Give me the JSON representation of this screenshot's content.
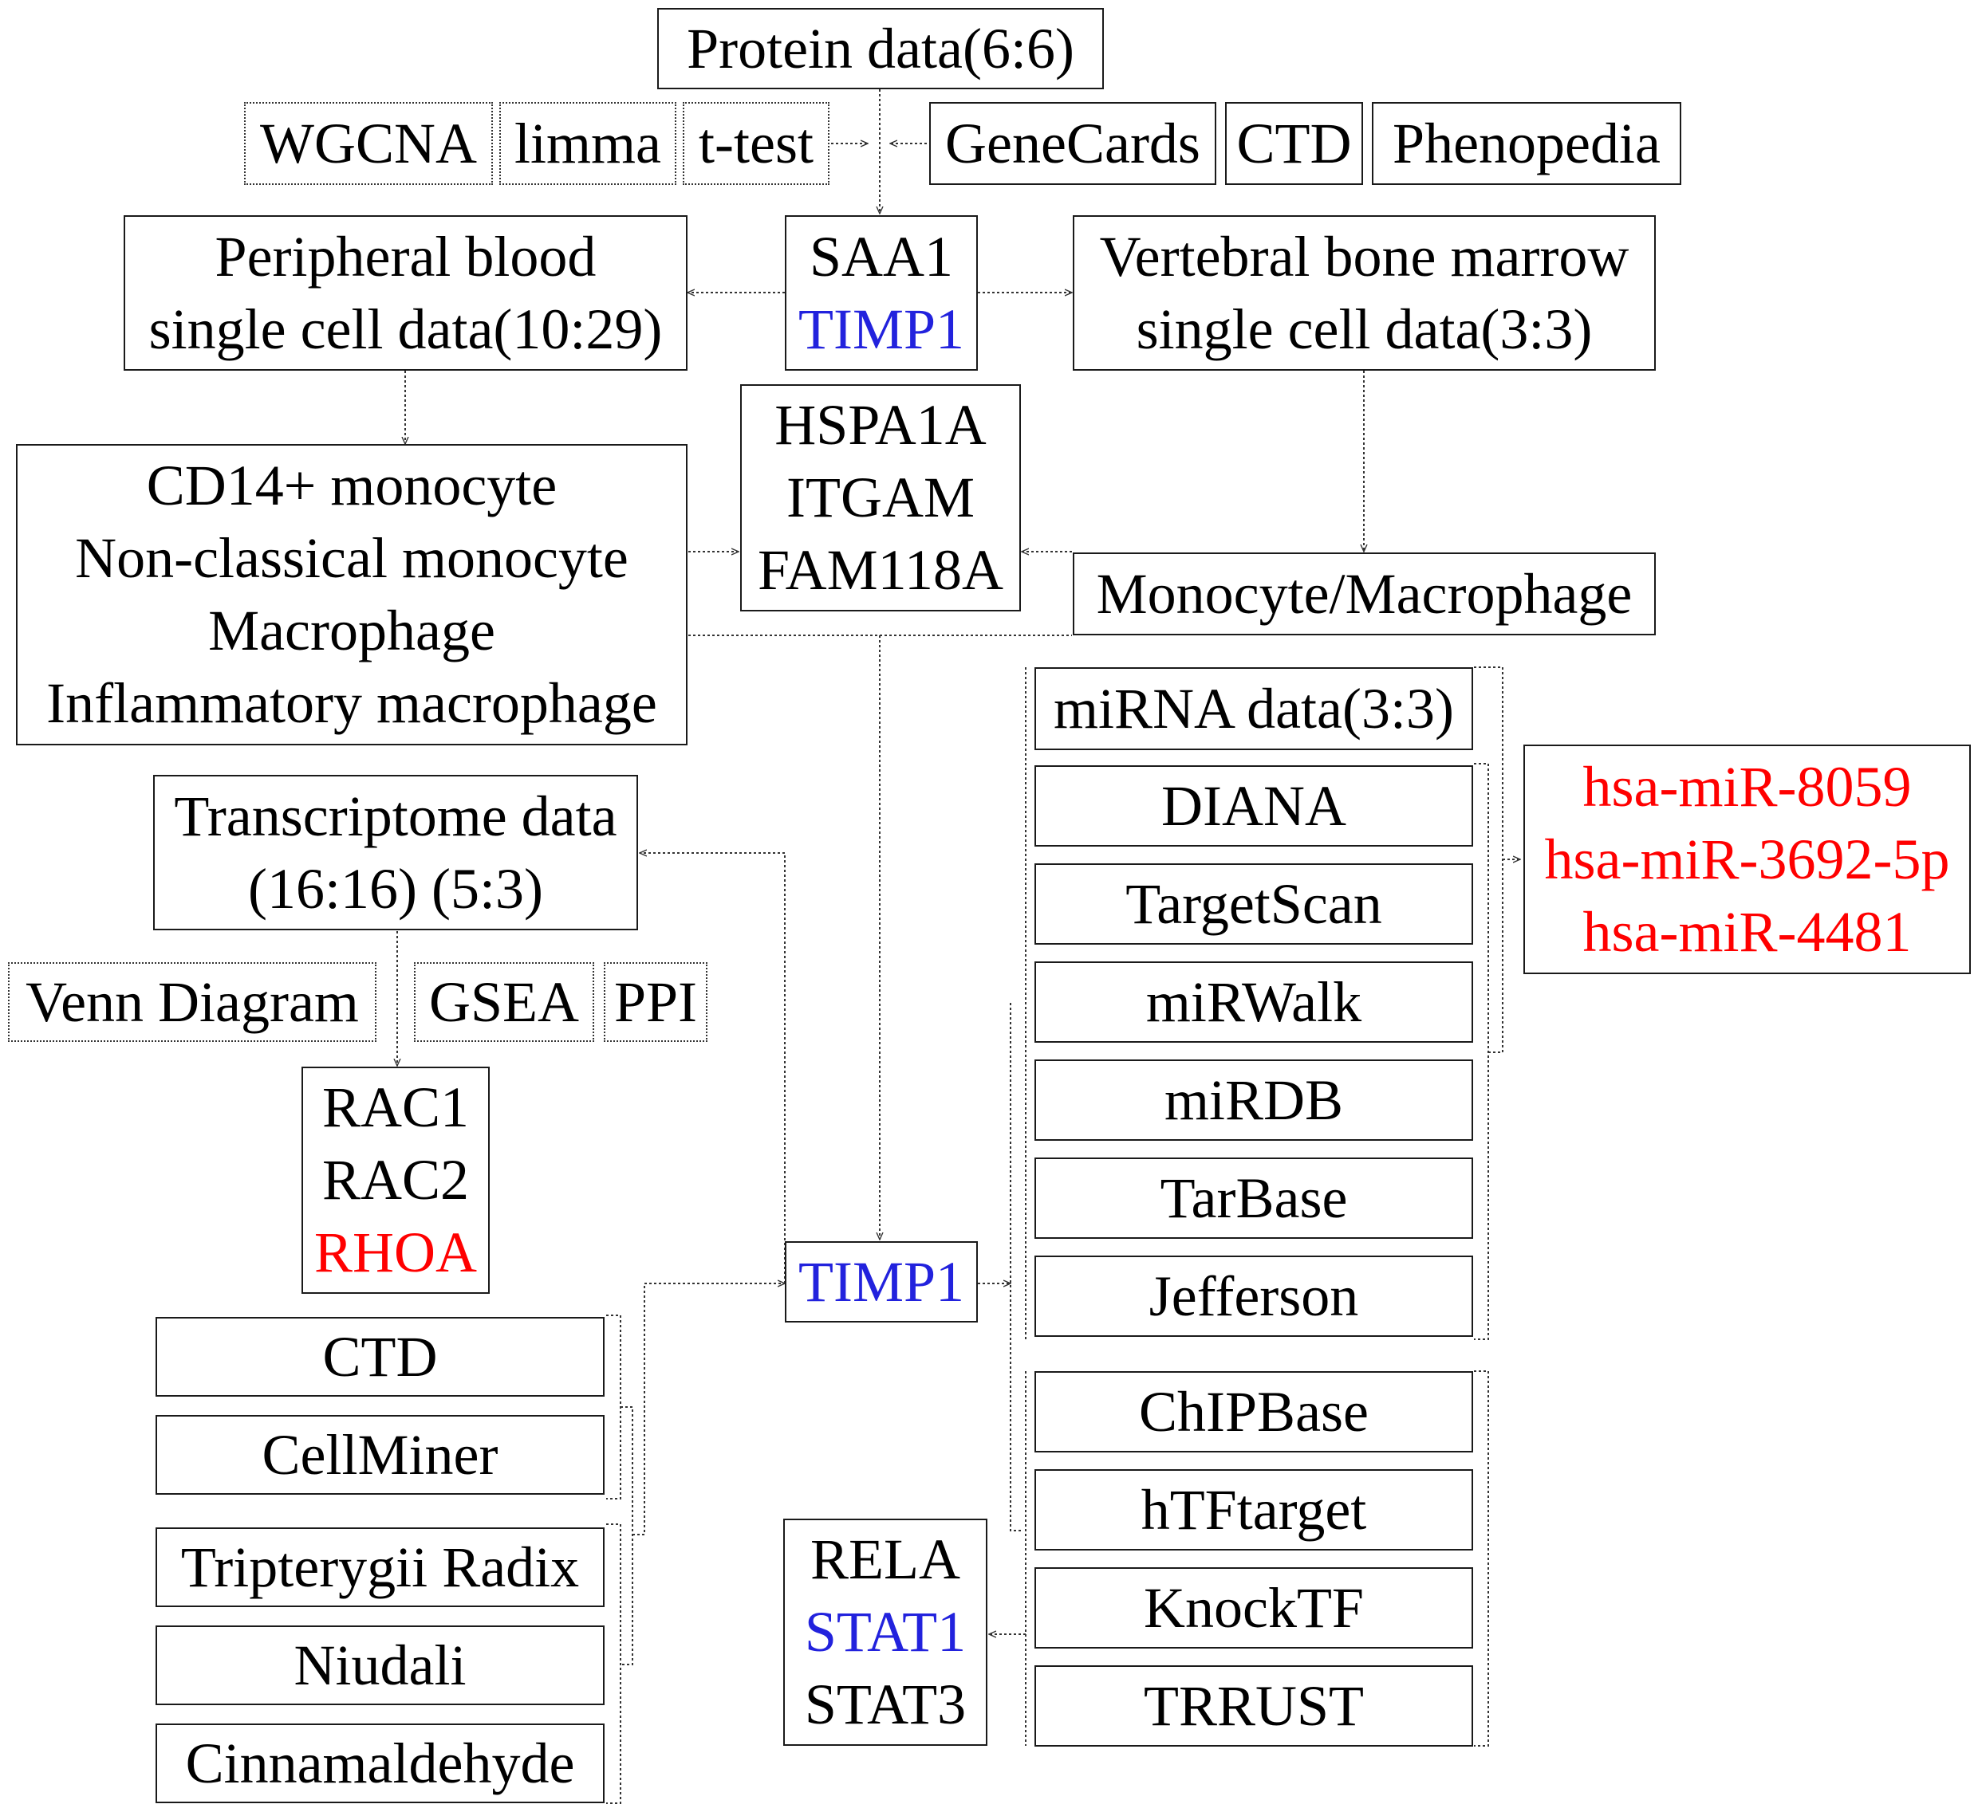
{
  "colors": {
    "red_text": "#ff0000",
    "blue_text": "#2222dd",
    "line": "#333333"
  },
  "protein_data": "Protein data(6:6)",
  "protein_methods": {
    "wgcna": "WGCNA",
    "limma": "limma",
    "ttest": "t-test"
  },
  "disease_databases": {
    "genecards": "GeneCards",
    "ctd": "CTD",
    "phenopedia": "Phenopedia"
  },
  "protein_targets": {
    "saa1": "SAA1",
    "timp1": "TIMP1"
  },
  "peripheral_blood": {
    "line1": "Peripheral blood",
    "line2": "single cell data(10:29)"
  },
  "vertebral_bone_marrow": {
    "line1": "Vertebral bone marrow",
    "line2": "single cell data(3:3)"
  },
  "marker_genes": {
    "hspa1a": "HSPA1A",
    "itgam": "ITGAM",
    "fam118a": "FAM118A"
  },
  "blood_cell_types": {
    "cd14": "CD14+ monocyte",
    "nonclassical": "Non-classical monocyte",
    "macrophage": "Macrophage",
    "inflammatory": "Inflammatory macrophage"
  },
  "marrow_cell_type": "Monocyte/Macrophage",
  "transcriptome": {
    "line1": "Transcriptome data",
    "line2": "(16:16) (5:3)"
  },
  "transcriptome_methods": {
    "venn": "Venn Diagram",
    "gsea": "GSEA",
    "ppi": "PPI"
  },
  "rho_genes": {
    "rac1": "RAC1",
    "rac2": "RAC2",
    "rhoa": "RHOA"
  },
  "core_gene": "TIMP1",
  "drug_databases": {
    "ctd": "CTD",
    "cellminer": "CellMiner"
  },
  "drugs": {
    "tripterygii": "Tripterygii Radix",
    "niudali": "Niudali",
    "cinnamaldehyde": "Cinnamaldehyde"
  },
  "mirna_data": "miRNA data(3:3)",
  "mirna_databases": [
    "DIANA",
    "TargetScan",
    "miRWalk",
    "miRDB",
    "TarBase",
    "Jefferson"
  ],
  "mirna_results": [
    "hsa-miR-8059",
    "hsa-miR-3692-5p",
    "hsa-miR-4481"
  ],
  "tf_databases": [
    "ChIPBase",
    "hTFtarget",
    "KnockTF",
    "TRRUST"
  ],
  "tf_results": {
    "rela": "RELA",
    "stat1": "STAT1",
    "stat3": "STAT3"
  }
}
